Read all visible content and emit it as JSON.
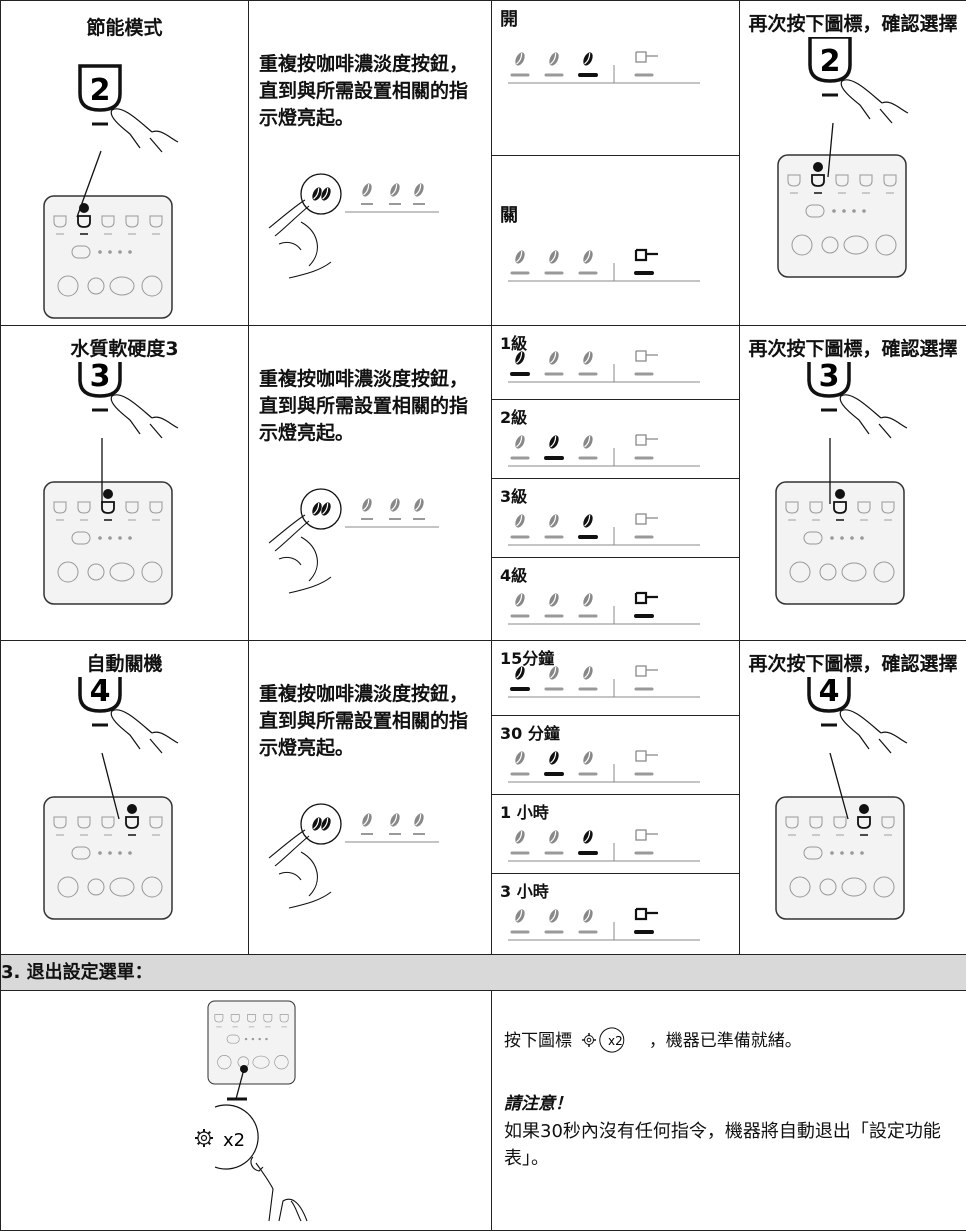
{
  "rows": [
    {
      "title": "節能模式",
      "instruction": "重複按咖啡濃淡度按鈕，直到與所需設置相關的指示燈亮起。",
      "confirm": "再次按下圖標，確認選擇",
      "icon_number": "2",
      "options": [
        {
          "label": "開",
          "active": 2
        },
        {
          "label": "關",
          "active": 3
        }
      ]
    },
    {
      "title": "水質軟硬度3",
      "instruction": "重複按咖啡濃淡度按鈕，直到與所需設置相關的指示燈亮起。",
      "confirm": "再次按下圖標，確認選擇",
      "icon_number": "3",
      "options": [
        {
          "label": "1級",
          "active": 0
        },
        {
          "label": "2級",
          "active": 1
        },
        {
          "label": "3級",
          "active": 2
        },
        {
          "label": "4級",
          "active": 3
        }
      ]
    },
    {
      "title": "自動關機",
      "instruction": "重複按咖啡濃淡度按鈕，直到與所需設置相關的指示燈亮起。",
      "confirm": "再次按下圖標，確認選擇",
      "icon_number": "4",
      "options": [
        {
          "label": "15分鐘",
          "active": 0
        },
        {
          "label": "30 分鐘",
          "active": 1
        },
        {
          "label": "1 小時",
          "active": 2
        },
        {
          "label": "3 小時",
          "active": 3
        }
      ]
    }
  ],
  "section3": {
    "heading": "3.  退出設定選單：",
    "press_before": "按下圖標",
    "press_after": "，機器已準備就緒。",
    "button_label": "x2",
    "note_title": "請注意！",
    "note_body": "如果30秒內沒有任何指令，機器將自動退出「設定功能表」。"
  }
}
